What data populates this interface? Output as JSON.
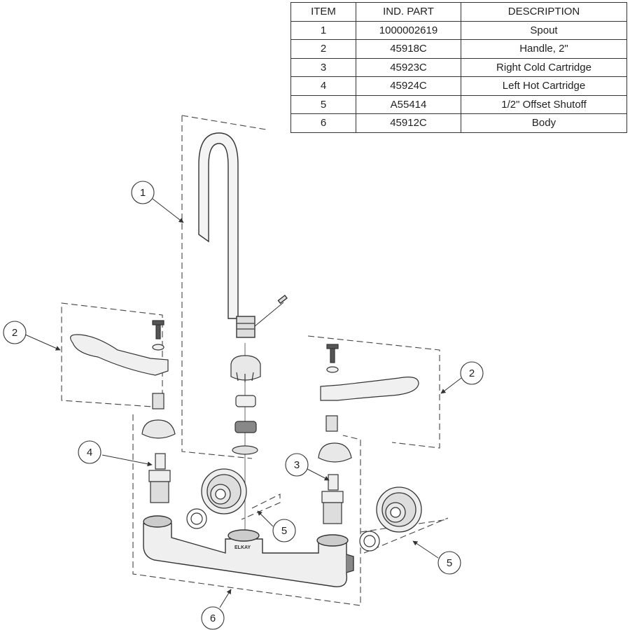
{
  "table": {
    "headers": [
      "ITEM",
      "IND. PART",
      "DESCRIPTION"
    ],
    "rows": [
      {
        "item": "1",
        "part": "1000002619",
        "description": "Spout"
      },
      {
        "item": "2",
        "part": "45918C",
        "description": "Handle, 2\""
      },
      {
        "item": "3",
        "part": "45923C",
        "description": "Right Cold Cartridge"
      },
      {
        "item": "4",
        "part": "45924C",
        "description": "Left Hot Cartridge"
      },
      {
        "item": "5",
        "part": "A55414",
        "description": "1/2\" Offset Shutoff"
      },
      {
        "item": "6",
        "part": "45912C",
        "description": "Body"
      }
    ]
  },
  "callouts": [
    "1",
    "2",
    "2",
    "3",
    "4",
    "5",
    "5",
    "6"
  ],
  "body_brand": "ELKAY"
}
